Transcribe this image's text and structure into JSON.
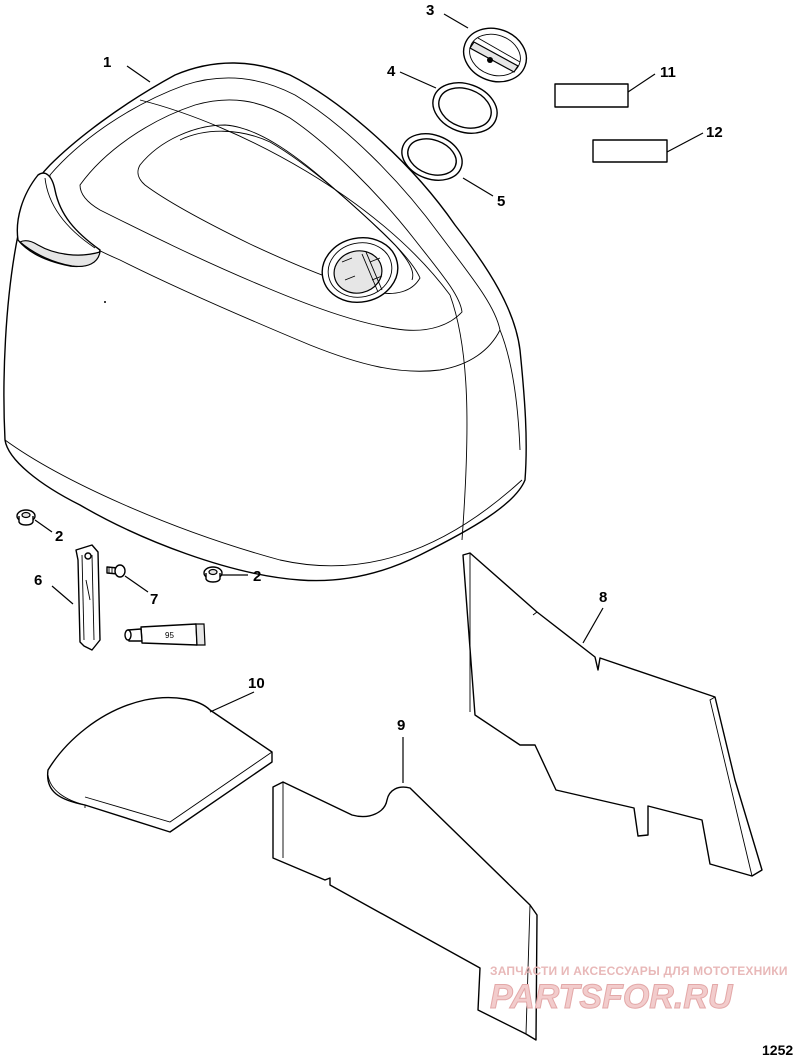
{
  "diagram": {
    "callouts": [
      {
        "id": "1",
        "label": "1"
      },
      {
        "id": "2a",
        "label": "2"
      },
      {
        "id": "2b",
        "label": "2"
      },
      {
        "id": "3",
        "label": "3"
      },
      {
        "id": "4",
        "label": "4"
      },
      {
        "id": "5",
        "label": "5"
      },
      {
        "id": "6",
        "label": "6"
      },
      {
        "id": "7",
        "label": "7"
      },
      {
        "id": "8",
        "label": "8"
      },
      {
        "id": "9",
        "label": "9"
      },
      {
        "id": "10",
        "label": "10"
      },
      {
        "id": "11",
        "label": "11"
      },
      {
        "id": "12",
        "label": "12"
      }
    ],
    "tube_label": "95",
    "figure_number": "1252"
  },
  "watermark": {
    "tagline": "ЗАПЧАСТИ И АКСЕССУАРЫ ДЛЯ МОТОТЕХНИКИ",
    "brand": "PARTSFOR.RU"
  }
}
